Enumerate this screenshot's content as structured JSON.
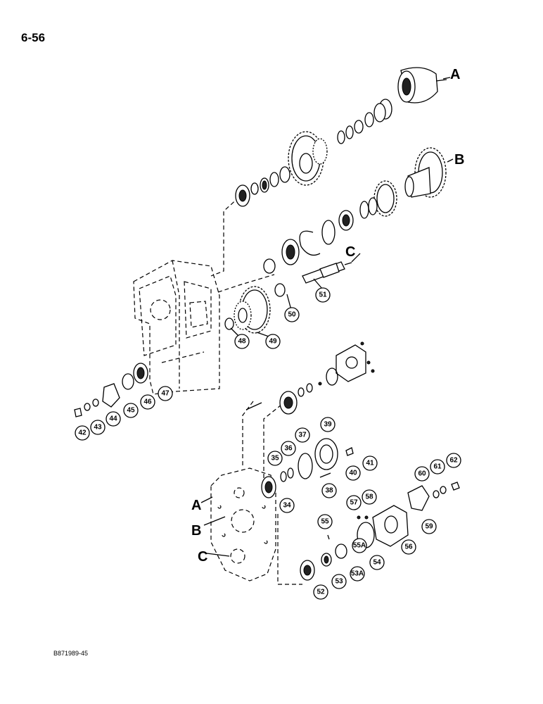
{
  "page": {
    "number": "6-56",
    "figure_code": "B871989-45"
  },
  "letters": [
    "A",
    "B",
    "C",
    "A",
    "B",
    "C"
  ],
  "callouts": [
    "42",
    "43",
    "44",
    "45",
    "46",
    "47",
    "48",
    "49",
    "50",
    "51",
    "35",
    "36",
    "37",
    "38",
    "39",
    "40",
    "41",
    "34",
    "57",
    "58",
    "55",
    "55A",
    "54",
    "53A",
    "53",
    "52",
    "56",
    "60",
    "61",
    "62",
    "59"
  ]
}
